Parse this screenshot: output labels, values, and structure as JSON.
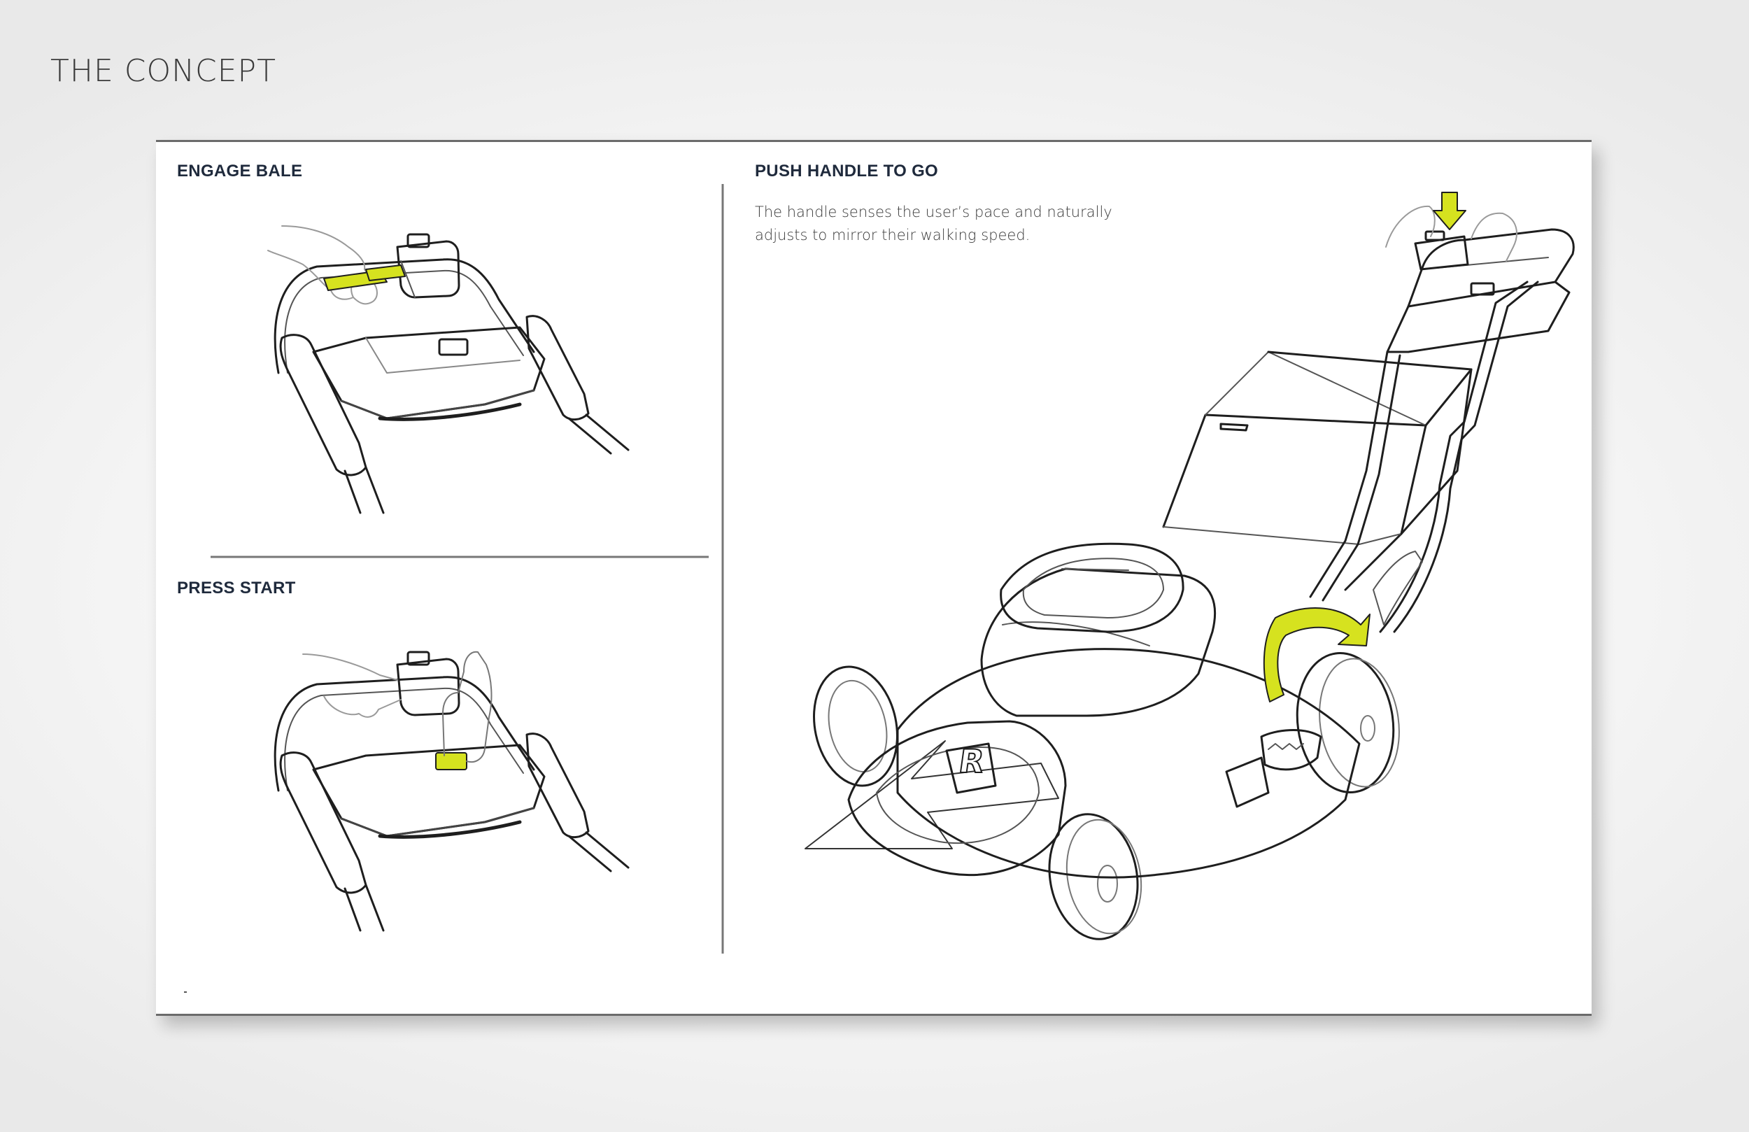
{
  "page": {
    "title": "THE CONCEPT"
  },
  "panels": {
    "engage": {
      "title": "ENGAGE BALE"
    },
    "press": {
      "title": "PRESS START"
    },
    "push": {
      "title": "PUSH HANDLE TO GO",
      "description": "The handle senses the user’s pace and naturally adjusts to mirror their walking speed."
    }
  },
  "mower": {
    "logo_letter": "R"
  },
  "colors": {
    "accent": "#d6e21f",
    "line": "#1e1e1e",
    "heading": "#1f2a3c",
    "frame": "#6b6b6b"
  },
  "icons": [
    "hand-icon",
    "pointing-finger-icon",
    "down-arrow-icon",
    "rotation-arrow-icon",
    "forward-arrow-icon"
  ]
}
